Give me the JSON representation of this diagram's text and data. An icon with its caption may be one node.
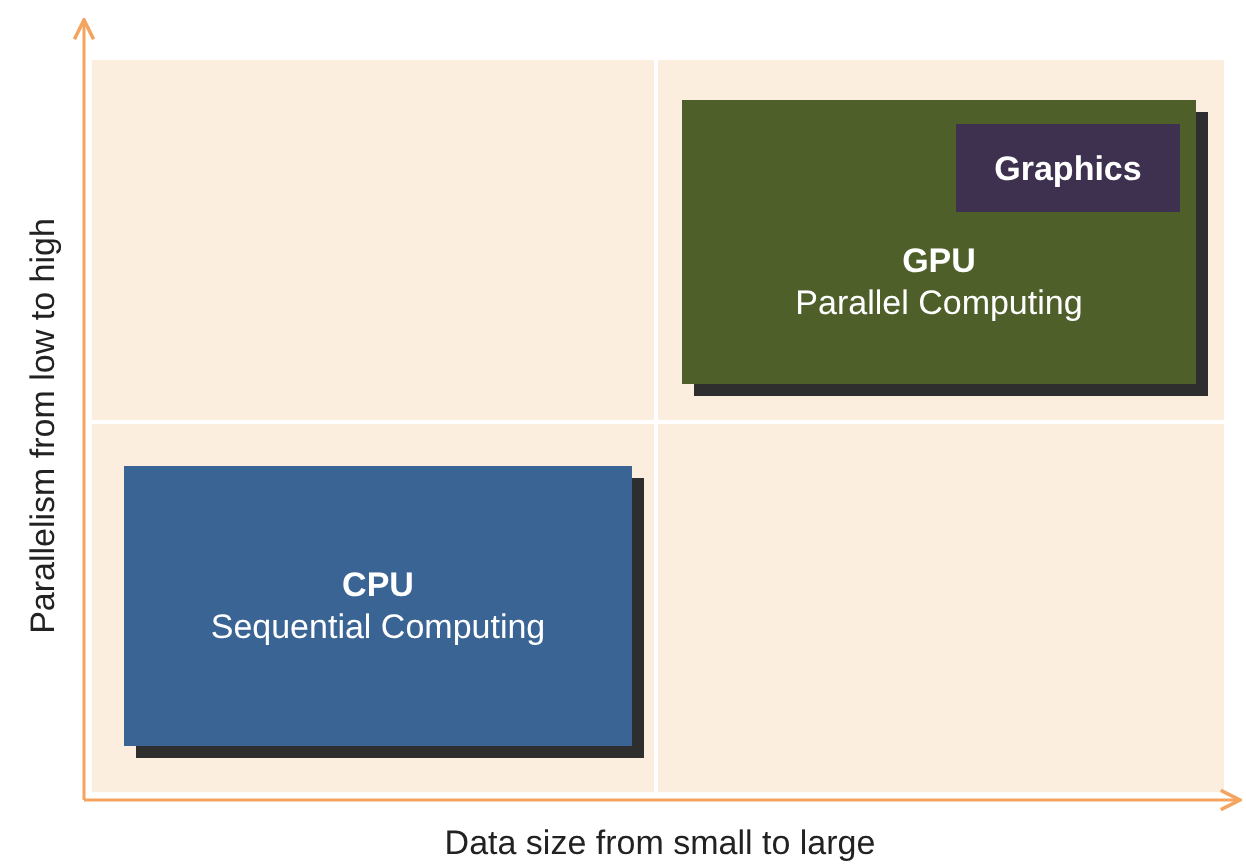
{
  "diagram": {
    "nodes": [
      {
        "text": [
          "GPU",
          "Parallel Computing"
        ]
      },
      {
        "text": [
          "Graphics"
        ],
        "in": 0
      },
      {
        "text": [
          "CPU",
          "Sequential Computing"
        ]
      }
    ],
    "labels": [
      "Parallelism from low to high",
      "Data size from small to large"
    ]
  }
}
